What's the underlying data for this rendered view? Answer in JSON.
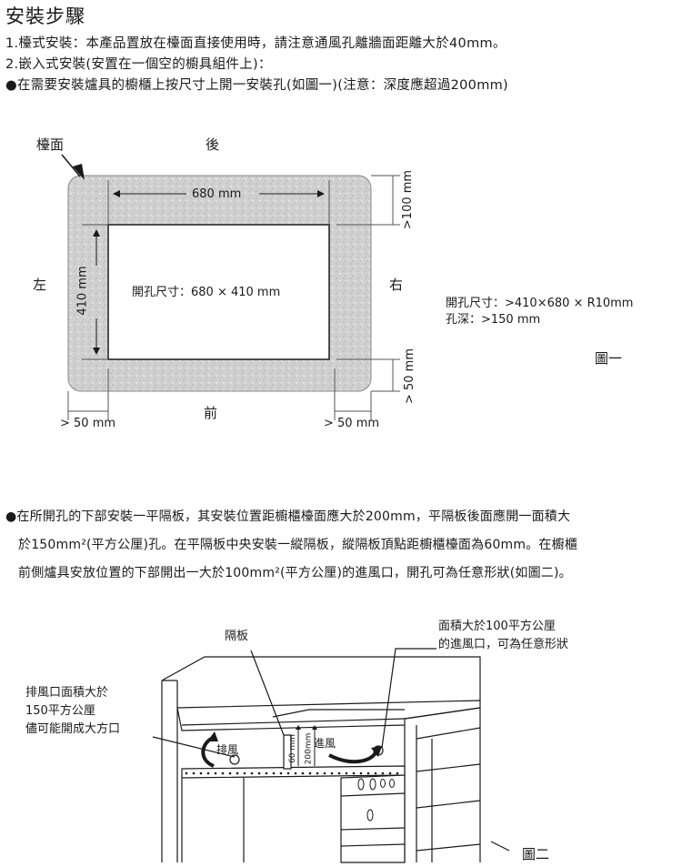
{
  "heading": "安裝步驟",
  "step1": "1.檯式安裝：本產品置放在檯面直接使用時，請注意通風孔離牆面距離大於40mm。",
  "step2": "2.嵌入式安裝(安置在一個空的櫥具組件上)：",
  "bullet1": "●在需要安裝爐具的櫥櫃上按尺寸上開一安裝孔(如圖一)(注意：深度應超過200mm)",
  "fig1": {
    "label_countertop": "檯面",
    "label_back": "後",
    "label_front": "前",
    "label_left": "左",
    "label_right": "右",
    "dim_width": "680 mm",
    "dim_height": "410 mm",
    "cutout_size": "開孔尺寸：680 × 410 mm",
    "dim_back": ">100 mm",
    "dim_front": "> 50 mm",
    "dim_left": "> 50 mm",
    "dim_right": "> 50 mm",
    "spec_size": "開孔尺寸：>410×680 × R10mm",
    "spec_depth": "孔深：>150  mm",
    "caption": "圖一"
  },
  "para": {
    "line1": "●在所開孔的下部安裝一平隔板，其安裝位置距櫥櫃檯面應大於200mm，平隔板後面應開一面積大",
    "line2": "於150mm²(平方公厘)孔。在平隔板中央安裝一縱隔板，縱隔板頂點距櫥櫃檯面為60mm。在櫥櫃",
    "line3": "前側爐具安放位置的下部開出一大於100mm²(平方公厘)的進風口，開孔可為任意形狀(如圖二)。"
  },
  "fig2": {
    "label_partition": "隔板",
    "label_intake_l1": "面積大於100平方公厘",
    "label_intake_l2": "的進風口，可為任意形狀",
    "label_exhaust_l1": "排風口面積大於",
    "label_exhaust_l2": "150平方公厘",
    "label_exhaust_l3": "儘可能開成大方口",
    "label_exhaust": "排風",
    "label_intake": "進風",
    "dim_60": "60 mm",
    "dim_200": "200mm",
    "caption": "圖二"
  },
  "colors": {
    "countertop": "#cfcfcf",
    "ink": "#1a1a1a"
  }
}
